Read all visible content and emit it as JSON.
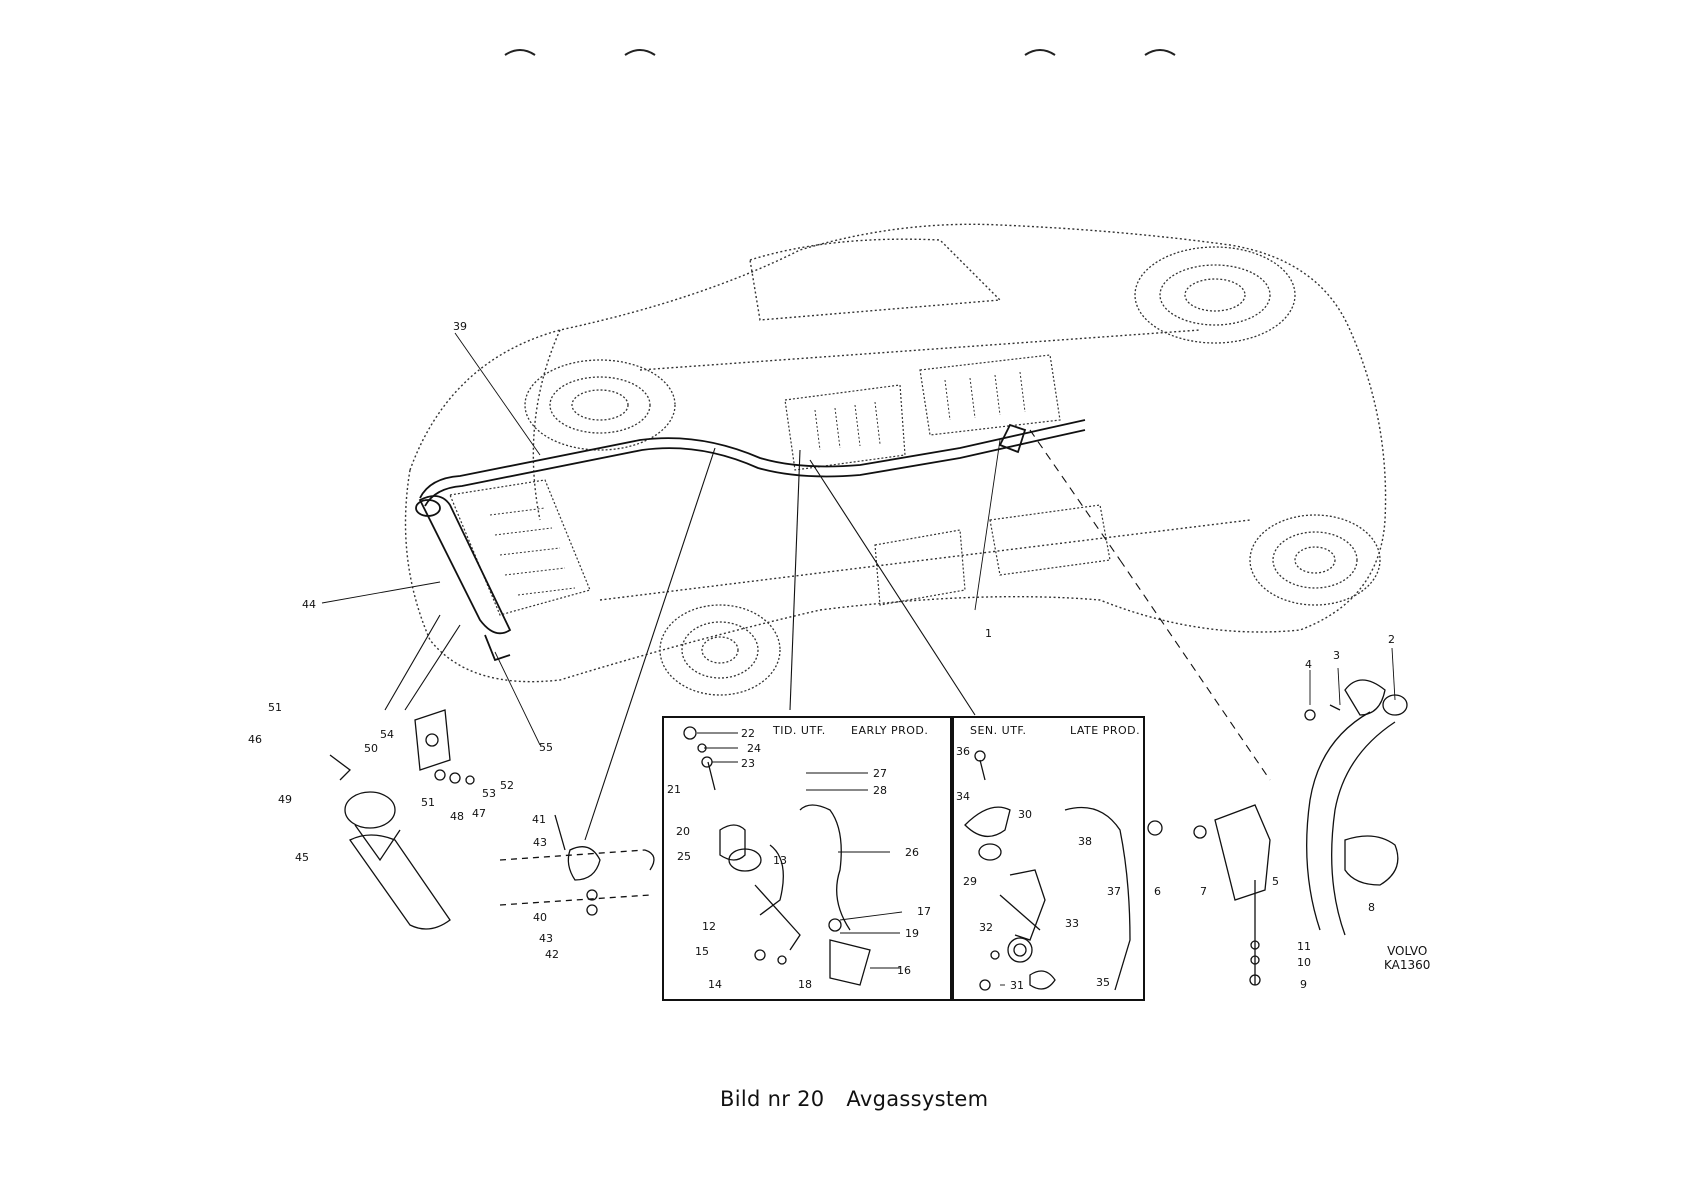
{
  "caption": {
    "figure": "Bild nr 20",
    "title": "Avgassystem"
  },
  "brand": {
    "name": "VOLVO",
    "code": "KA1360"
  },
  "insets": {
    "early": {
      "label_sv": "TID. UTF.",
      "label_en": "EARLY PROD."
    },
    "late": {
      "label_sv": "SEN. UTF.",
      "label_en": "LATE PROD."
    }
  },
  "callouts": {
    "n1": "1",
    "n2": "2",
    "n3": "3",
    "n4": "4",
    "n5": "5",
    "n6": "6",
    "n7": "7",
    "n8": "8",
    "n9": "9",
    "n10": "10",
    "n11": "11",
    "n12": "12",
    "n13": "13",
    "n14": "14",
    "n15": "15",
    "n16": "16",
    "n17": "17",
    "n18": "18",
    "n19": "19",
    "n20": "20",
    "n21": "21",
    "n22": "22",
    "n23": "23",
    "n24": "24",
    "n25": "25",
    "n26": "26",
    "n27": "27",
    "n28": "28",
    "n29": "29",
    "n30": "30",
    "n31": "31",
    "n32": "32",
    "n33": "33",
    "n34": "34",
    "n35": "35",
    "n36": "36",
    "n37": "37",
    "n38": "38",
    "n39": "39",
    "n40": "40",
    "n41": "41",
    "n42": "42",
    "n43": "43",
    "n43b": "43",
    "n44": "44",
    "n45": "45",
    "n46": "46",
    "n47": "47",
    "n48": "48",
    "n49": "49",
    "n50": "50",
    "n51": "51",
    "n51b": "51",
    "n52": "52",
    "n53": "53",
    "n54": "54",
    "n55": "55"
  }
}
